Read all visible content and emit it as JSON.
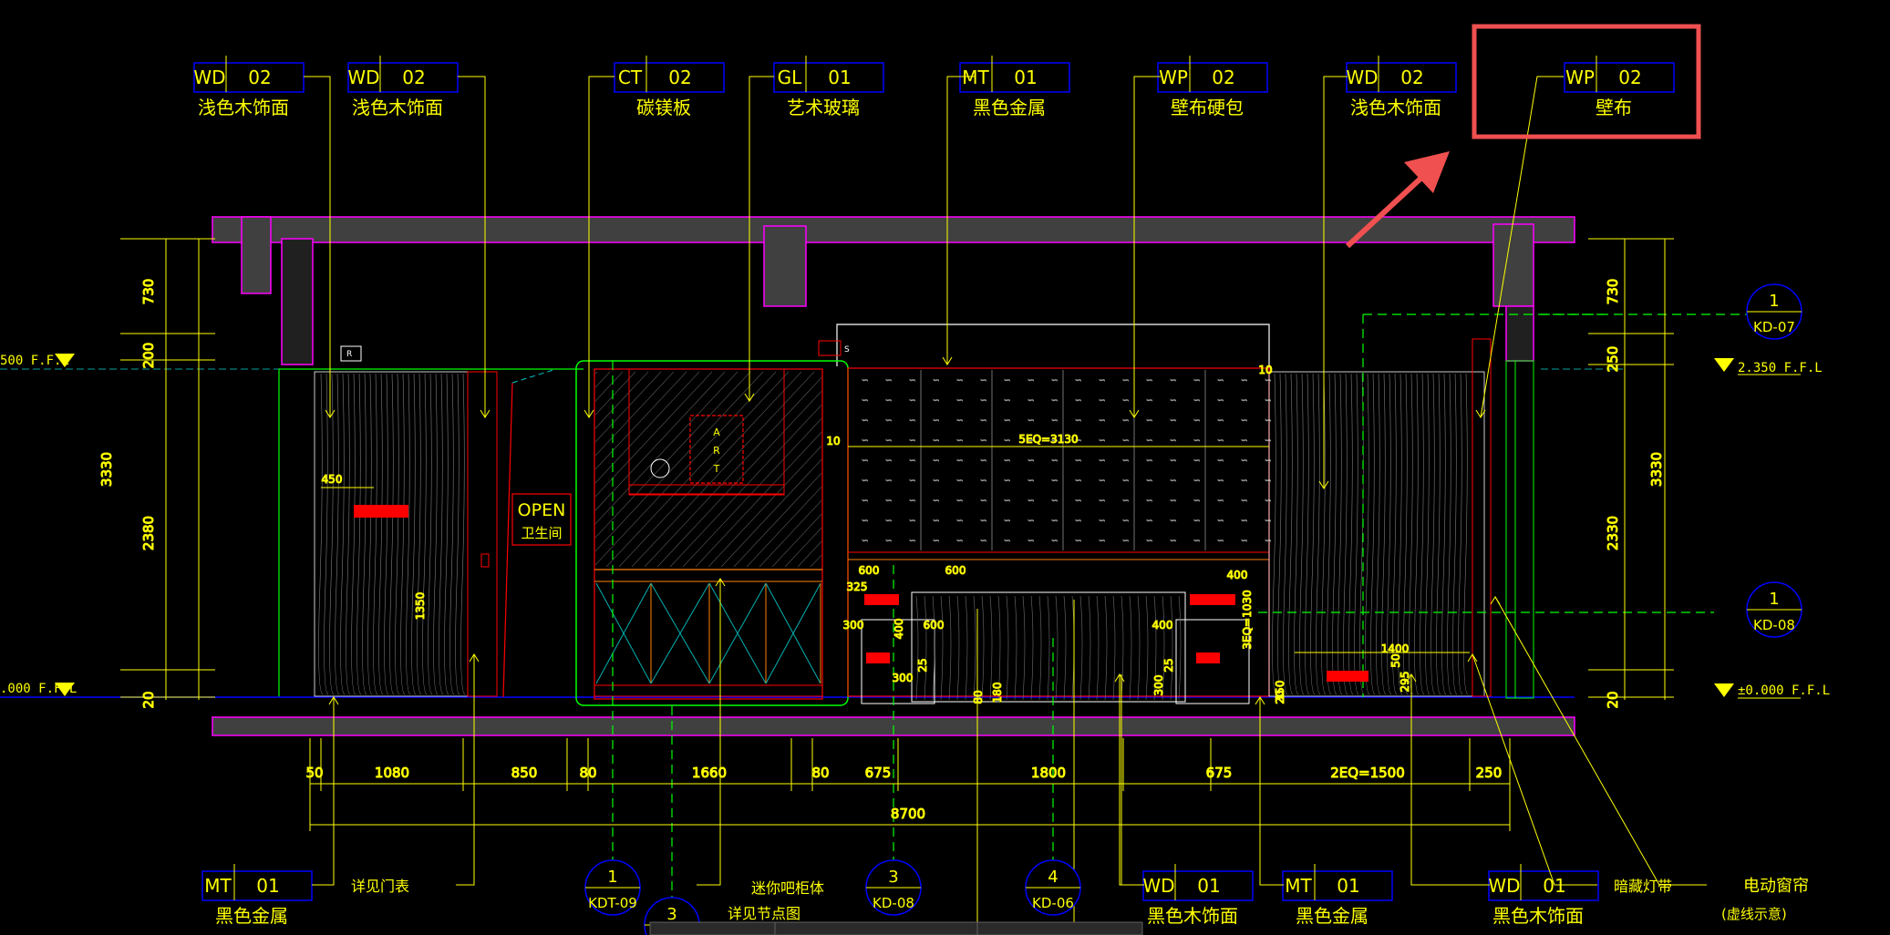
{
  "tags_top": [
    {
      "code": "WD",
      "num": "02",
      "desc": "浅色木饰面"
    },
    {
      "code": "WD",
      "num": "02",
      "desc": "浅色木饰面"
    },
    {
      "code": "CT",
      "num": "02",
      "desc": "碳镁板"
    },
    {
      "code": "GL",
      "num": "01",
      "desc": "艺术玻璃"
    },
    {
      "code": "MT",
      "num": "01",
      "desc": "黑色金属"
    },
    {
      "code": "WP",
      "num": "02",
      "desc": "壁布硬包"
    },
    {
      "code": "WD",
      "num": "02",
      "desc": "浅色木饰面"
    },
    {
      "code": "WP",
      "num": "02",
      "desc": "壁布"
    }
  ],
  "tags_bottom": [
    {
      "code": "MT",
      "num": "01",
      "desc": "黑色金属"
    },
    {
      "code": "WD",
      "num": "01",
      "desc": "黑色木饰面"
    },
    {
      "code": "MT",
      "num": "01",
      "desc": "黑色金属"
    },
    {
      "code": "WD",
      "num": "01",
      "desc": "黑色木饰面"
    }
  ],
  "notes": {
    "door_table": "详见门表",
    "mini_bar": "迷你吧柜体",
    "node_detail": "详见节点图",
    "hidden_light": "暗藏灯带",
    "curtain": "电动窗帘",
    "curtain_note": "(虚线示意)",
    "open": "OPEN",
    "wc": "卫生间",
    "art": [
      "A",
      "R",
      "T"
    ]
  },
  "section_markers": [
    {
      "num": "1",
      "ref": "KDT-09"
    },
    {
      "num": "3",
      "ref": ""
    },
    {
      "num": "3",
      "ref": "KD-08"
    },
    {
      "num": "4",
      "ref": "KD-06"
    },
    {
      "num": "1",
      "ref": "KD-07"
    },
    {
      "num": "1",
      "ref": "KD-08"
    }
  ],
  "levels": {
    "left_upper": "500 F.F.L",
    "left_lower": ".000 F.F.L",
    "right_upper": "2.350 F.F.L",
    "right_lower": "±0.000 F.F.L"
  },
  "dims_left": [
    "730",
    "200",
    "3330",
    "2380",
    "20"
  ],
  "dims_right": [
    "730",
    "250",
    "3330",
    "2330",
    "20"
  ],
  "dims_bottom": [
    "50",
    "1080",
    "850",
    "80",
    "1660",
    "80",
    "675",
    "1800",
    "675",
    "2EQ=1500",
    "250"
  ],
  "dim_total": "8700",
  "inner_dims": [
    "450",
    "1350",
    "5EQ=3130",
    "10",
    "10",
    "600",
    "600",
    "325",
    "300",
    "400",
    "600",
    "25",
    "300",
    "180",
    "80",
    "400",
    "3EQ=1030",
    "400",
    "25",
    "300",
    "1400",
    "50",
    "295",
    "150",
    "20"
  ],
  "small_labels": [
    "R",
    "S"
  ],
  "colors": {
    "background": "#000000",
    "yellow": "#ffff00",
    "blue": "#0000ff",
    "magenta": "#ff00ff",
    "green": "#00ff00",
    "red": "#ff0000",
    "highlight": "#f05050",
    "gray": "#404040"
  }
}
